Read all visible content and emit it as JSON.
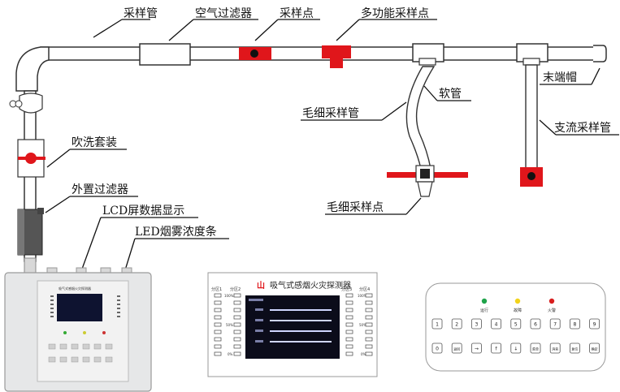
{
  "labels": {
    "sampling_pipe": "采样管",
    "air_filter": "空气过滤器",
    "sampling_point": "采样点",
    "multi_sampling_point": "多功能采样点",
    "end_cap": "末端帽",
    "hose": "软管",
    "capillary_pipe": "毛细采样管",
    "branch_pipe": "支流采样管",
    "purge_kit": "吹洗套装",
    "external_filter": "外置过滤器",
    "lcd_display": "LCD屏数据显示",
    "led_bar": "LED烟雾浓度条",
    "capillary_point": "毛细采样点"
  },
  "panel": {
    "title": "吸气式感烟火灾探测器",
    "logo": "山",
    "zones": [
      "分区1",
      "分区2",
      "分区3",
      "分区4"
    ],
    "pct_top": "100%",
    "pct_mid": "50%",
    "pct_low": "0%"
  },
  "keypad": {
    "indicators": [
      {
        "label": "运行",
        "color": "#1fa34a"
      },
      {
        "label": "故障",
        "color": "#f2d31b"
      },
      {
        "label": "火警",
        "color": "#d81e1e"
      }
    ],
    "digits": [
      "1",
      "2",
      "3",
      "4",
      "5",
      "6",
      "7",
      "8",
      "9"
    ],
    "functions": [
      "0",
      "返回",
      "→",
      "↑",
      "↓",
      "菜单",
      "消音",
      "复位",
      "确定"
    ]
  },
  "colors": {
    "red": "#e0161b",
    "pipe_outline": "#333333"
  }
}
